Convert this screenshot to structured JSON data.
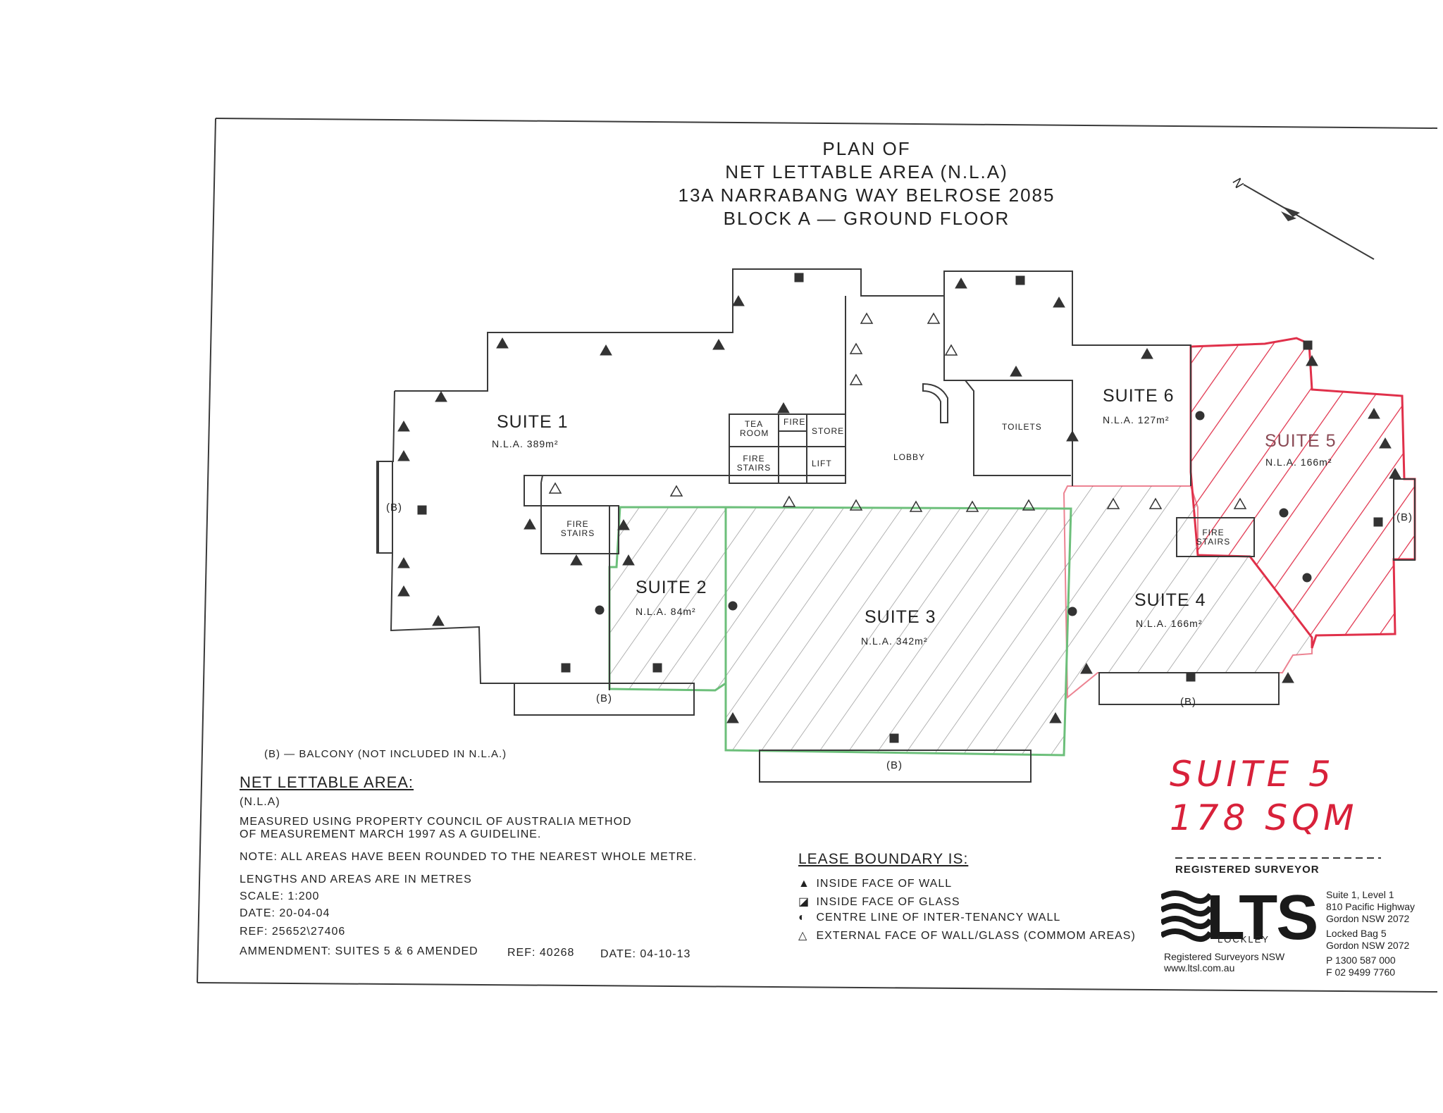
{
  "title": {
    "line1": "PLAN OF",
    "line2": "NET LETTABLE AREA (N.L.A)",
    "line3": "13A NARRABANG WAY BELROSE 2085",
    "line4": "BLOCK A — GROUND FLOOR"
  },
  "north_label": "N",
  "rooms": {
    "suite1": {
      "name": "SUITE 1",
      "nla": "N.L.A. 389m²"
    },
    "suite2": {
      "name": "SUITE 2",
      "nla": "N.L.A. 84m²"
    },
    "suite3": {
      "name": "SUITE 3",
      "nla": "N.L.A. 342m²"
    },
    "suite4": {
      "name": "SUITE 4",
      "nla": "N.L.A. 166m²"
    },
    "suite5": {
      "name": "SUITE 5",
      "nla": "N.L.A. 166m²"
    },
    "suite6": {
      "name": "SUITE 6",
      "nla": "N.L.A. 127m²"
    },
    "tea_room": "TEA ROOM",
    "fire": "FIRE",
    "store": "STORE",
    "fire_stairs": "FIRE STAIRS",
    "lift": "LIFT",
    "lobby": "LOBBY",
    "toilets": "TOILETS",
    "balcony": "(B)"
  },
  "balcony_note": "(B) — BALCONY (NOT INCLUDED IN N.L.A.)",
  "nla_section": {
    "heading": "NET LETTABLE AREA:",
    "abbr": "(N.L.A)",
    "method_line1": "MEASURED USING PROPERTY COUNCIL OF AUSTRALIA METHOD",
    "method_line2": "OF MEASUREMENT MARCH 1997 AS A GUIDELINE.",
    "note": "NOTE: ALL AREAS HAVE BEEN ROUNDED TO THE NEAREST WHOLE METRE.",
    "units": "LENGTHS AND AREAS ARE IN METRES",
    "scale": "SCALE: 1:200",
    "date": "DATE: 20-04-04",
    "ref": "REF: 25652\\27406",
    "amendment": "AMMENDMENT: SUITES 5 & 6 AMENDED",
    "amend_ref": "REF: 40268",
    "amend_date": "DATE: 04-10-13"
  },
  "legend": {
    "heading": "LEASE BOUNDARY IS:",
    "items": [
      {
        "symbol": "▲",
        "label": "INSIDE FACE OF WALL"
      },
      {
        "symbol": "◪",
        "label": "INSIDE FACE OF GLASS"
      },
      {
        "symbol": "◐",
        "label": "CENTRE LINE OF INTER-TENANCY WALL"
      },
      {
        "symbol": "△",
        "label": "EXTERNAL FACE OF WALL/GLASS (COMMOM AREAS)"
      }
    ]
  },
  "handwritten": {
    "line1": "SUITE 5",
    "line2": "178 SQM"
  },
  "surveyor": {
    "heading": "REGISTERED SURVEYOR",
    "logo": "LTS",
    "logo_sub": "LOCKLEY",
    "tagline": "Registered Surveyors NSW",
    "website": "www.ltsl.com.au",
    "address1": "Suite 1, Level 1",
    "address2": "810 Pacific Highway",
    "address3": "Gordon NSW 2072",
    "address4": "Locked Bag 5",
    "address5": "Gordon NSW 2072",
    "phone": "P 1300 587 000",
    "fax": "F 02 9499 7760"
  },
  "colors": {
    "line": "#3a3a3a",
    "green": "#6cbf7a",
    "red": "#e0304a",
    "hatch": "#9a9a9a"
  }
}
